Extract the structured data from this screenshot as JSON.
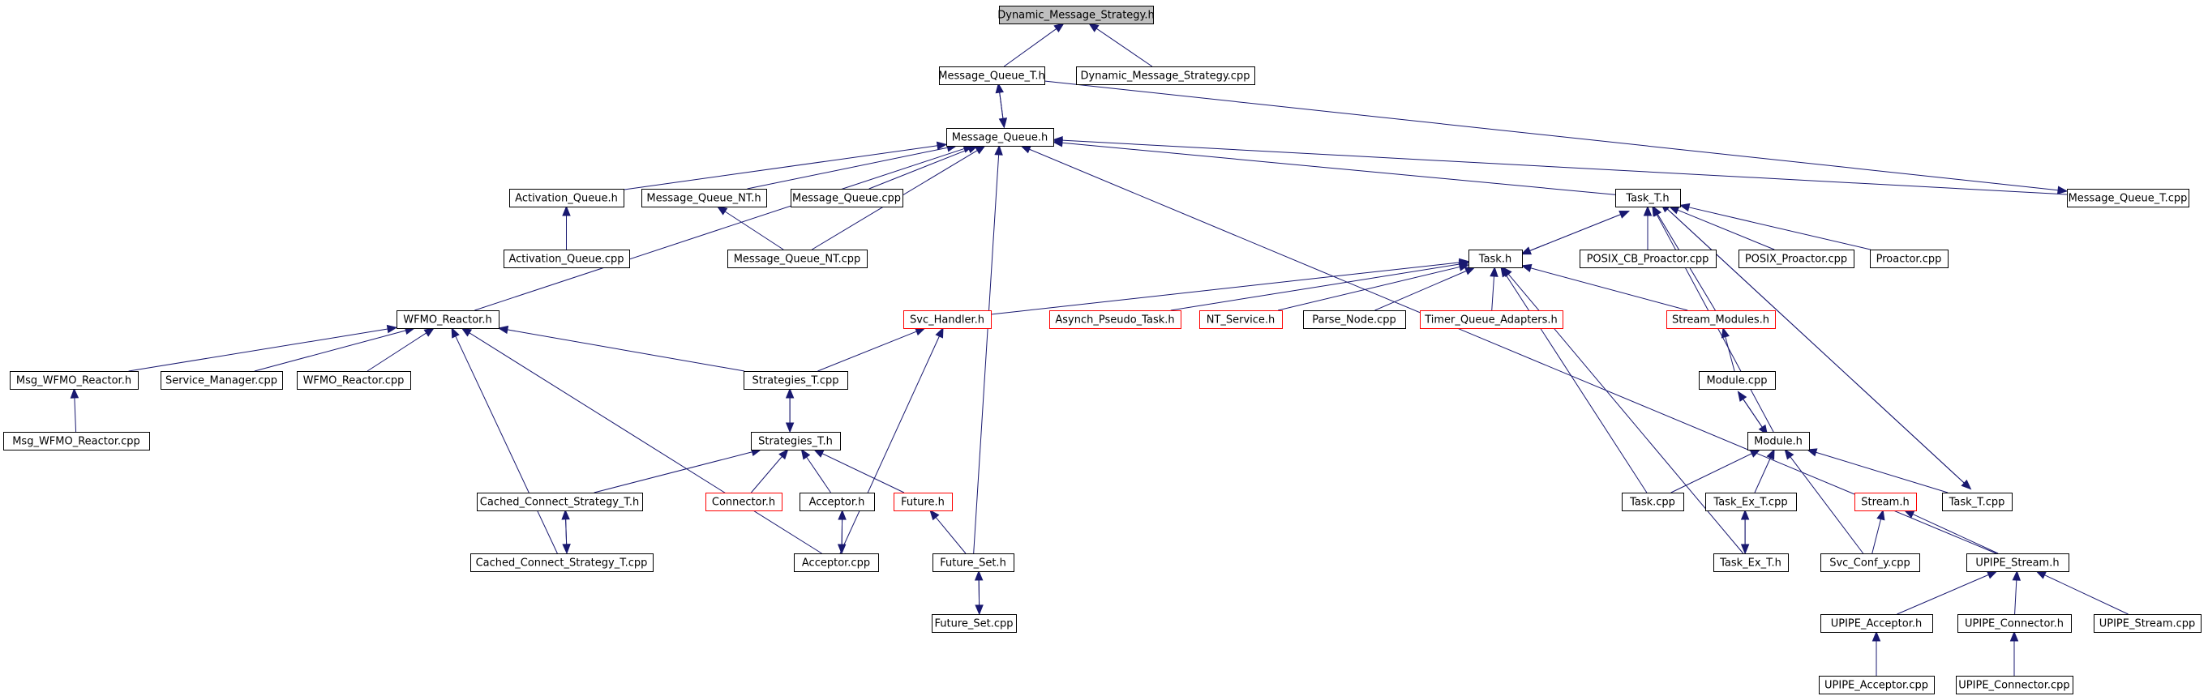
{
  "colors": {
    "edge": "#191970",
    "box_border": "#000000",
    "box_incomplete_border": "#ff0000",
    "root_fill": "#bfbfbf",
    "box_fill": "#ffffff",
    "text": "#000000"
  },
  "nodes": [
    {
      "id": "n_dms_h",
      "label": "Dynamic_Message_Strategy.h",
      "style": "root"
    },
    {
      "id": "n_mqt_h",
      "label": "Message_Queue_T.h",
      "style": "normal"
    },
    {
      "id": "n_dms_cpp",
      "label": "Dynamic_Message_Strategy.cpp",
      "style": "normal"
    },
    {
      "id": "n_mq_h",
      "label": "Message_Queue.h",
      "style": "normal"
    },
    {
      "id": "n_aq_h",
      "label": "Activation_Queue.h",
      "style": "normal"
    },
    {
      "id": "n_mqnt_h",
      "label": "Message_Queue_NT.h",
      "style": "normal"
    },
    {
      "id": "n_mq_cpp",
      "label": "Message_Queue.cpp",
      "style": "normal"
    },
    {
      "id": "n_taskt_h",
      "label": "Task_T.h",
      "style": "normal"
    },
    {
      "id": "n_mqt_cpp",
      "label": "Message_Queue_T.cpp",
      "style": "normal"
    },
    {
      "id": "n_aq_cpp",
      "label": "Activation_Queue.cpp",
      "style": "normal"
    },
    {
      "id": "n_mqnt_cpp",
      "label": "Message_Queue_NT.cpp",
      "style": "normal"
    },
    {
      "id": "n_task_h",
      "label": "Task.h",
      "style": "normal"
    },
    {
      "id": "n_posixcb",
      "label": "POSIX_CB_Proactor.cpp",
      "style": "normal"
    },
    {
      "id": "n_posixp",
      "label": "POSIX_Proactor.cpp",
      "style": "normal"
    },
    {
      "id": "n_proactor",
      "label": "Proactor.cpp",
      "style": "normal"
    },
    {
      "id": "n_wfmo_h",
      "label": "WFMO_Reactor.h",
      "style": "normal"
    },
    {
      "id": "n_svch",
      "label": "Svc_Handler.h",
      "style": "incomplete"
    },
    {
      "id": "n_apt",
      "label": "Asynch_Pseudo_Task.h",
      "style": "incomplete"
    },
    {
      "id": "n_nts",
      "label": "NT_Service.h",
      "style": "incomplete"
    },
    {
      "id": "n_parse",
      "label": "Parse_Node.cpp",
      "style": "normal"
    },
    {
      "id": "n_tqa",
      "label": "Timer_Queue_Adapters.h",
      "style": "incomplete"
    },
    {
      "id": "n_sm_h",
      "label": "Stream_Modules.h",
      "style": "incomplete"
    },
    {
      "id": "n_msgwfmo_h",
      "label": "Msg_WFMO_Reactor.h",
      "style": "normal"
    },
    {
      "id": "n_svcmgr",
      "label": "Service_Manager.cpp",
      "style": "normal"
    },
    {
      "id": "n_wfmo_cpp",
      "label": "WFMO_Reactor.cpp",
      "style": "normal"
    },
    {
      "id": "n_strat_cpp",
      "label": "Strategies_T.cpp",
      "style": "normal"
    },
    {
      "id": "n_module_cpp",
      "label": "Module.cpp",
      "style": "normal"
    },
    {
      "id": "n_msgwfmo_cpp",
      "label": "Msg_WFMO_Reactor.cpp",
      "style": "normal"
    },
    {
      "id": "n_strat_h",
      "label": "Strategies_T.h",
      "style": "normal"
    },
    {
      "id": "n_module_h",
      "label": "Module.h",
      "style": "normal"
    },
    {
      "id": "n_ccs_h",
      "label": "Cached_Connect_Strategy_T.h",
      "style": "normal"
    },
    {
      "id": "n_conn_h",
      "label": "Connector.h",
      "style": "incomplete"
    },
    {
      "id": "n_acc_h",
      "label": "Acceptor.h",
      "style": "normal"
    },
    {
      "id": "n_future_h",
      "label": "Future.h",
      "style": "incomplete"
    },
    {
      "id": "n_task_cpp",
      "label": "Task.cpp",
      "style": "normal"
    },
    {
      "id": "n_taskex_cpp",
      "label": "Task_Ex_T.cpp",
      "style": "normal"
    },
    {
      "id": "n_stream_h",
      "label": "Stream.h",
      "style": "incomplete"
    },
    {
      "id": "n_taskt_cpp",
      "label": "Task_T.cpp",
      "style": "normal"
    },
    {
      "id": "n_ccs_cpp",
      "label": "Cached_Connect_Strategy_T.cpp",
      "style": "normal"
    },
    {
      "id": "n_acc_cpp",
      "label": "Acceptor.cpp",
      "style": "normal"
    },
    {
      "id": "n_fs_h",
      "label": "Future_Set.h",
      "style": "normal"
    },
    {
      "id": "n_taskex_h",
      "label": "Task_Ex_T.h",
      "style": "normal"
    },
    {
      "id": "n_svcconf",
      "label": "Svc_Conf_y.cpp",
      "style": "normal"
    },
    {
      "id": "n_upipes_h",
      "label": "UPIPE_Stream.h",
      "style": "normal"
    },
    {
      "id": "n_fs_cpp",
      "label": "Future_Set.cpp",
      "style": "normal"
    },
    {
      "id": "n_upipea_h",
      "label": "UPIPE_Acceptor.h",
      "style": "normal"
    },
    {
      "id": "n_upipec_h",
      "label": "UPIPE_Connector.h",
      "style": "normal"
    },
    {
      "id": "n_upipes_cpp",
      "label": "UPIPE_Stream.cpp",
      "style": "normal"
    },
    {
      "id": "n_upipea_cpp",
      "label": "UPIPE_Acceptor.cpp",
      "style": "normal"
    },
    {
      "id": "n_upipec_cpp",
      "label": "UPIPE_Connector.cpp",
      "style": "normal"
    }
  ],
  "edges": [
    {
      "from": "n_mqt_h",
      "to": "n_dms_h"
    },
    {
      "from": "n_dms_cpp",
      "to": "n_dms_h"
    },
    {
      "from": "n_mq_h",
      "to": "n_mqt_h"
    },
    {
      "from": "n_mqt_h",
      "to": "n_mq_h"
    },
    {
      "from": "n_mqt_h",
      "to": "n_mqt_cpp"
    },
    {
      "from": "n_aq_h",
      "to": "n_mq_h"
    },
    {
      "from": "n_mqnt_h",
      "to": "n_mq_h"
    },
    {
      "from": "n_mq_cpp",
      "to": "n_mq_h"
    },
    {
      "from": "n_mqnt_cpp",
      "to": "n_mq_h"
    },
    {
      "from": "n_wfmo_h",
      "to": "n_mq_h"
    },
    {
      "from": "n_fs_h",
      "to": "n_mq_h"
    },
    {
      "from": "n_taskt_h",
      "to": "n_mq_h"
    },
    {
      "from": "n_mqt_cpp",
      "to": "n_mq_h"
    },
    {
      "from": "n_upipes_h",
      "to": "n_mq_h"
    },
    {
      "from": "n_aq_cpp",
      "to": "n_aq_h"
    },
    {
      "from": "n_mqnt_cpp",
      "to": "n_mqnt_h"
    },
    {
      "from": "n_task_h",
      "to": "n_taskt_h"
    },
    {
      "from": "n_posixcb",
      "to": "n_taskt_h"
    },
    {
      "from": "n_posixp",
      "to": "n_taskt_h"
    },
    {
      "from": "n_proactor",
      "to": "n_taskt_h"
    },
    {
      "from": "n_sm_h",
      "to": "n_taskt_h"
    },
    {
      "from": "n_taskt_cpp",
      "to": "n_taskt_h"
    },
    {
      "from": "n_module_h",
      "to": "n_taskt_h"
    },
    {
      "from": "n_taskt_h",
      "to": "n_task_h"
    },
    {
      "from": "n_svch",
      "to": "n_task_h"
    },
    {
      "from": "n_apt",
      "to": "n_task_h"
    },
    {
      "from": "n_nts",
      "to": "n_task_h"
    },
    {
      "from": "n_parse",
      "to": "n_task_h"
    },
    {
      "from": "n_tqa",
      "to": "n_task_h"
    },
    {
      "from": "n_sm_h",
      "to": "n_task_h"
    },
    {
      "from": "n_task_cpp",
      "to": "n_task_h"
    },
    {
      "from": "n_taskex_h",
      "to": "n_task_h"
    },
    {
      "from": "n_msgwfmo_h",
      "to": "n_wfmo_h"
    },
    {
      "from": "n_svcmgr",
      "to": "n_wfmo_h"
    },
    {
      "from": "n_wfmo_cpp",
      "to": "n_wfmo_h"
    },
    {
      "from": "n_strat_cpp",
      "to": "n_wfmo_h"
    },
    {
      "from": "n_ccs_cpp",
      "to": "n_wfmo_h"
    },
    {
      "from": "n_acc_cpp",
      "to": "n_wfmo_h"
    },
    {
      "from": "n_msgwfmo_cpp",
      "to": "n_msgwfmo_h"
    },
    {
      "from": "n_strat_cpp",
      "to": "n_svch"
    },
    {
      "from": "n_acc_cpp",
      "to": "n_svch"
    },
    {
      "from": "n_strat_h",
      "to": "n_strat_cpp"
    },
    {
      "from": "n_strat_cpp",
      "to": "n_strat_h"
    },
    {
      "from": "n_ccs_h",
      "to": "n_strat_h"
    },
    {
      "from": "n_conn_h",
      "to": "n_strat_h"
    },
    {
      "from": "n_acc_h",
      "to": "n_strat_h"
    },
    {
      "from": "n_future_h",
      "to": "n_strat_h"
    },
    {
      "from": "n_ccs_h",
      "to": "n_ccs_cpp"
    },
    {
      "from": "n_ccs_cpp",
      "to": "n_ccs_h"
    },
    {
      "from": "n_acc_cpp",
      "to": "n_acc_h"
    },
    {
      "from": "n_acc_h",
      "to": "n_acc_cpp"
    },
    {
      "from": "n_fs_h",
      "to": "n_future_h"
    },
    {
      "from": "n_fs_cpp",
      "to": "n_fs_h"
    },
    {
      "from": "n_fs_h",
      "to": "n_fs_cpp"
    },
    {
      "from": "n_module_cpp",
      "to": "n_sm_h"
    },
    {
      "from": "n_module_h",
      "to": "n_module_cpp"
    },
    {
      "from": "n_module_cpp",
      "to": "n_module_h"
    },
    {
      "from": "n_task_cpp",
      "to": "n_module_h"
    },
    {
      "from": "n_taskex_cpp",
      "to": "n_module_h"
    },
    {
      "from": "n_taskt_cpp",
      "to": "n_module_h"
    },
    {
      "from": "n_svcconf",
      "to": "n_module_h"
    },
    {
      "from": "n_taskex_h",
      "to": "n_taskex_cpp"
    },
    {
      "from": "n_taskex_cpp",
      "to": "n_taskex_h"
    },
    {
      "from": "n_svcconf",
      "to": "n_stream_h"
    },
    {
      "from": "n_upipes_h",
      "to": "n_stream_h"
    },
    {
      "from": "n_taskt_h",
      "to": "n_taskt_cpp"
    },
    {
      "from": "n_upipea_h",
      "to": "n_upipes_h"
    },
    {
      "from": "n_upipec_h",
      "to": "n_upipes_h"
    },
    {
      "from": "n_upipes_cpp",
      "to": "n_upipes_h"
    },
    {
      "from": "n_upipea_cpp",
      "to": "n_upipea_h"
    },
    {
      "from": "n_upipec_cpp",
      "to": "n_upipec_h"
    }
  ]
}
